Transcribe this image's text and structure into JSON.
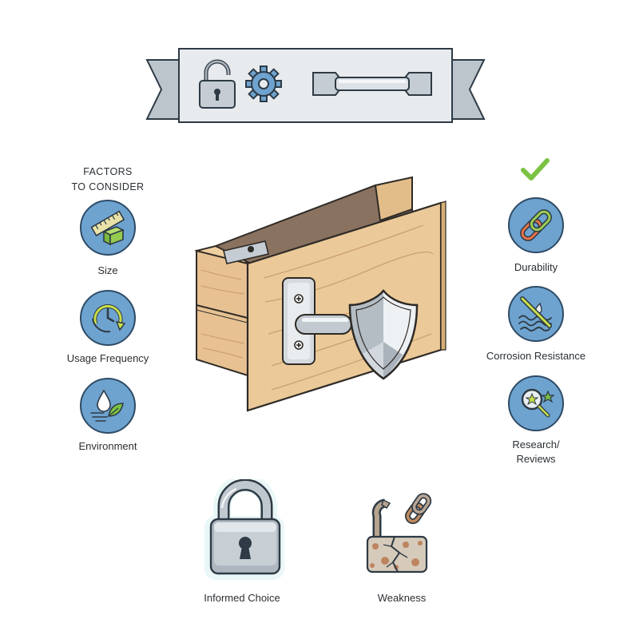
{
  "left_panel": {
    "heading_line1": "FACTORS",
    "heading_line2": "TO CONSIDER",
    "items": [
      {
        "label": "Size",
        "icon": "ruler-box-icon"
      },
      {
        "label": "Usage Frequency",
        "icon": "cycle-clock-icon"
      },
      {
        "label": "Environment",
        "icon": "water-leaf-icon"
      }
    ]
  },
  "right_panel": {
    "items": [
      {
        "label": "Durability",
        "icon": "chain-link-icon"
      },
      {
        "label": "Corrosion Resistance",
        "icon": "no-water-icon"
      },
      {
        "label_line1": "Research/",
        "label_line2": "Reviews",
        "icon": "magnifier-star-icon"
      }
    ]
  },
  "bottom": {
    "left_label": "Informed Choice",
    "right_label": "Weakness"
  },
  "colors": {
    "circle_fill": "#6ea3cf",
    "circle_stroke": "#2e4b66",
    "wood": "#e8c79a",
    "metal": "#c5ccd3",
    "check": "#7cc242",
    "rust": "#b9734a"
  }
}
